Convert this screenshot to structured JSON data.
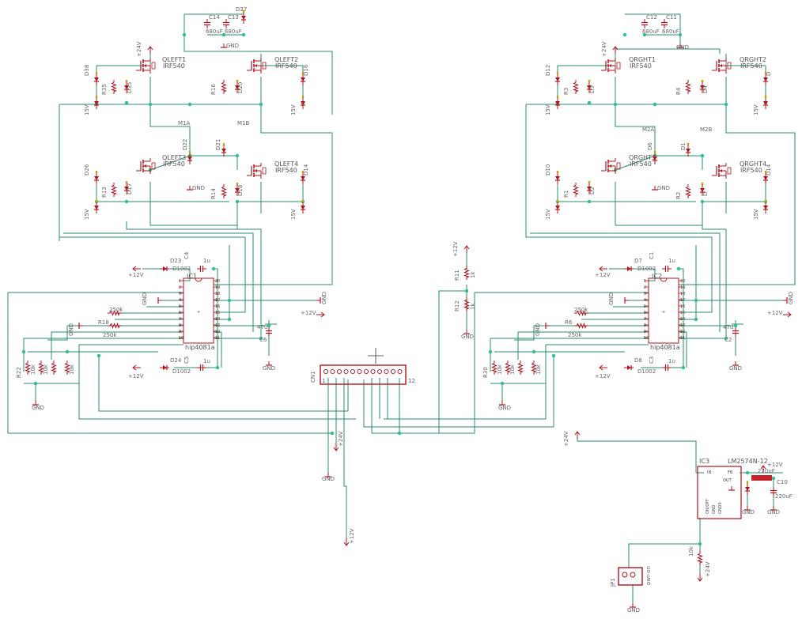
{
  "labels": {
    "qleft1": "QLEFT1",
    "qleft2": "QLEFT2",
    "qleft3": "QLEFT3",
    "qleft4": "QLEFT4",
    "qrght1": "QRGHT1",
    "qrght2": "QRGHT2",
    "qrght3": "QRGHT3",
    "qrght4": "QRGHT4",
    "irf": "IRF540",
    "ic1": "IC1",
    "ic2": "IC2",
    "ic3": "IC3",
    "hip": "hip4081a",
    "m1a": "M1A",
    "m1b": "M1B",
    "m2a": "M2A",
    "m2b": "M2B",
    "cn1": "CN1",
    "cn1_pin1": "1",
    "cn1_pin12": "12",
    "jp1": "JP1",
    "lm": "LM2574N-12",
    "v24": "+24V",
    "v12": "+12V",
    "gnd": "GND",
    "d23": "D23",
    "d24": "D24",
    "d7": "D7",
    "d8": "D8",
    "d1002": "D1002",
    "c4": "C4",
    "c5": "C5",
    "c6": "C6",
    "c1": "C1",
    "c3": "C3",
    "c2": "C2",
    "c10": "C10",
    "c14": "C14",
    "c13": "C13",
    "c12": "C12",
    "c11": "C11",
    "c680": "680uF",
    "c1u": "1u",
    "c47": "47u",
    "c220": "220uF",
    "d22": "D22",
    "d21": "D21",
    "d6": "D6",
    "d1": "D1",
    "d38": "D38",
    "d35": "D35",
    "d19": "D19",
    "d32": "D32",
    "d16": "D16",
    "d20": "D20",
    "d12": "D12",
    "d3": "D3",
    "d4": "D4",
    "d26": "D26",
    "d13": "D13",
    "d14": "D14",
    "d17": "D17",
    "d18": "D18",
    "d10": "D10",
    "d2": "D2",
    "d37": "D37",
    "r35": "R35",
    "r16": "R16",
    "r13": "R13",
    "r14": "R14",
    "r3": "R3",
    "r4": "R4",
    "r1": "R1",
    "r2": "R2",
    "r11": "R11",
    "r12": "R12",
    "r18": "R18",
    "r6": "R6",
    "r22": "R22",
    "r30": "R30",
    "r250k": "250k",
    "r10k": "10k",
    "r1k": "1k",
    "v15": "15V",
    "dio": "D",
    "ic_fb": "FB",
    "ic_in": "IN",
    "ic_out": "OUT",
    "ic_onoff": "ON/OFF",
    "ic_gnd": "GND",
    "ic_gnds": "GNDS",
    "pwr_on": "pwr-on"
  },
  "ic_pins": {
    "left": [
      "1",
      "2",
      "3",
      "4",
      "5",
      "6",
      "7",
      "8",
      "9",
      "10"
    ],
    "right": [
      "20",
      "19",
      "18",
      "17",
      "16",
      "15",
      "14",
      "13",
      "12",
      "11"
    ]
  },
  "colors": {
    "net": "#2a8c6a",
    "netnode": "#2fbf8f",
    "symbol": "#b5121b",
    "diode_fill": "#c8a000",
    "label": "#666666"
  }
}
